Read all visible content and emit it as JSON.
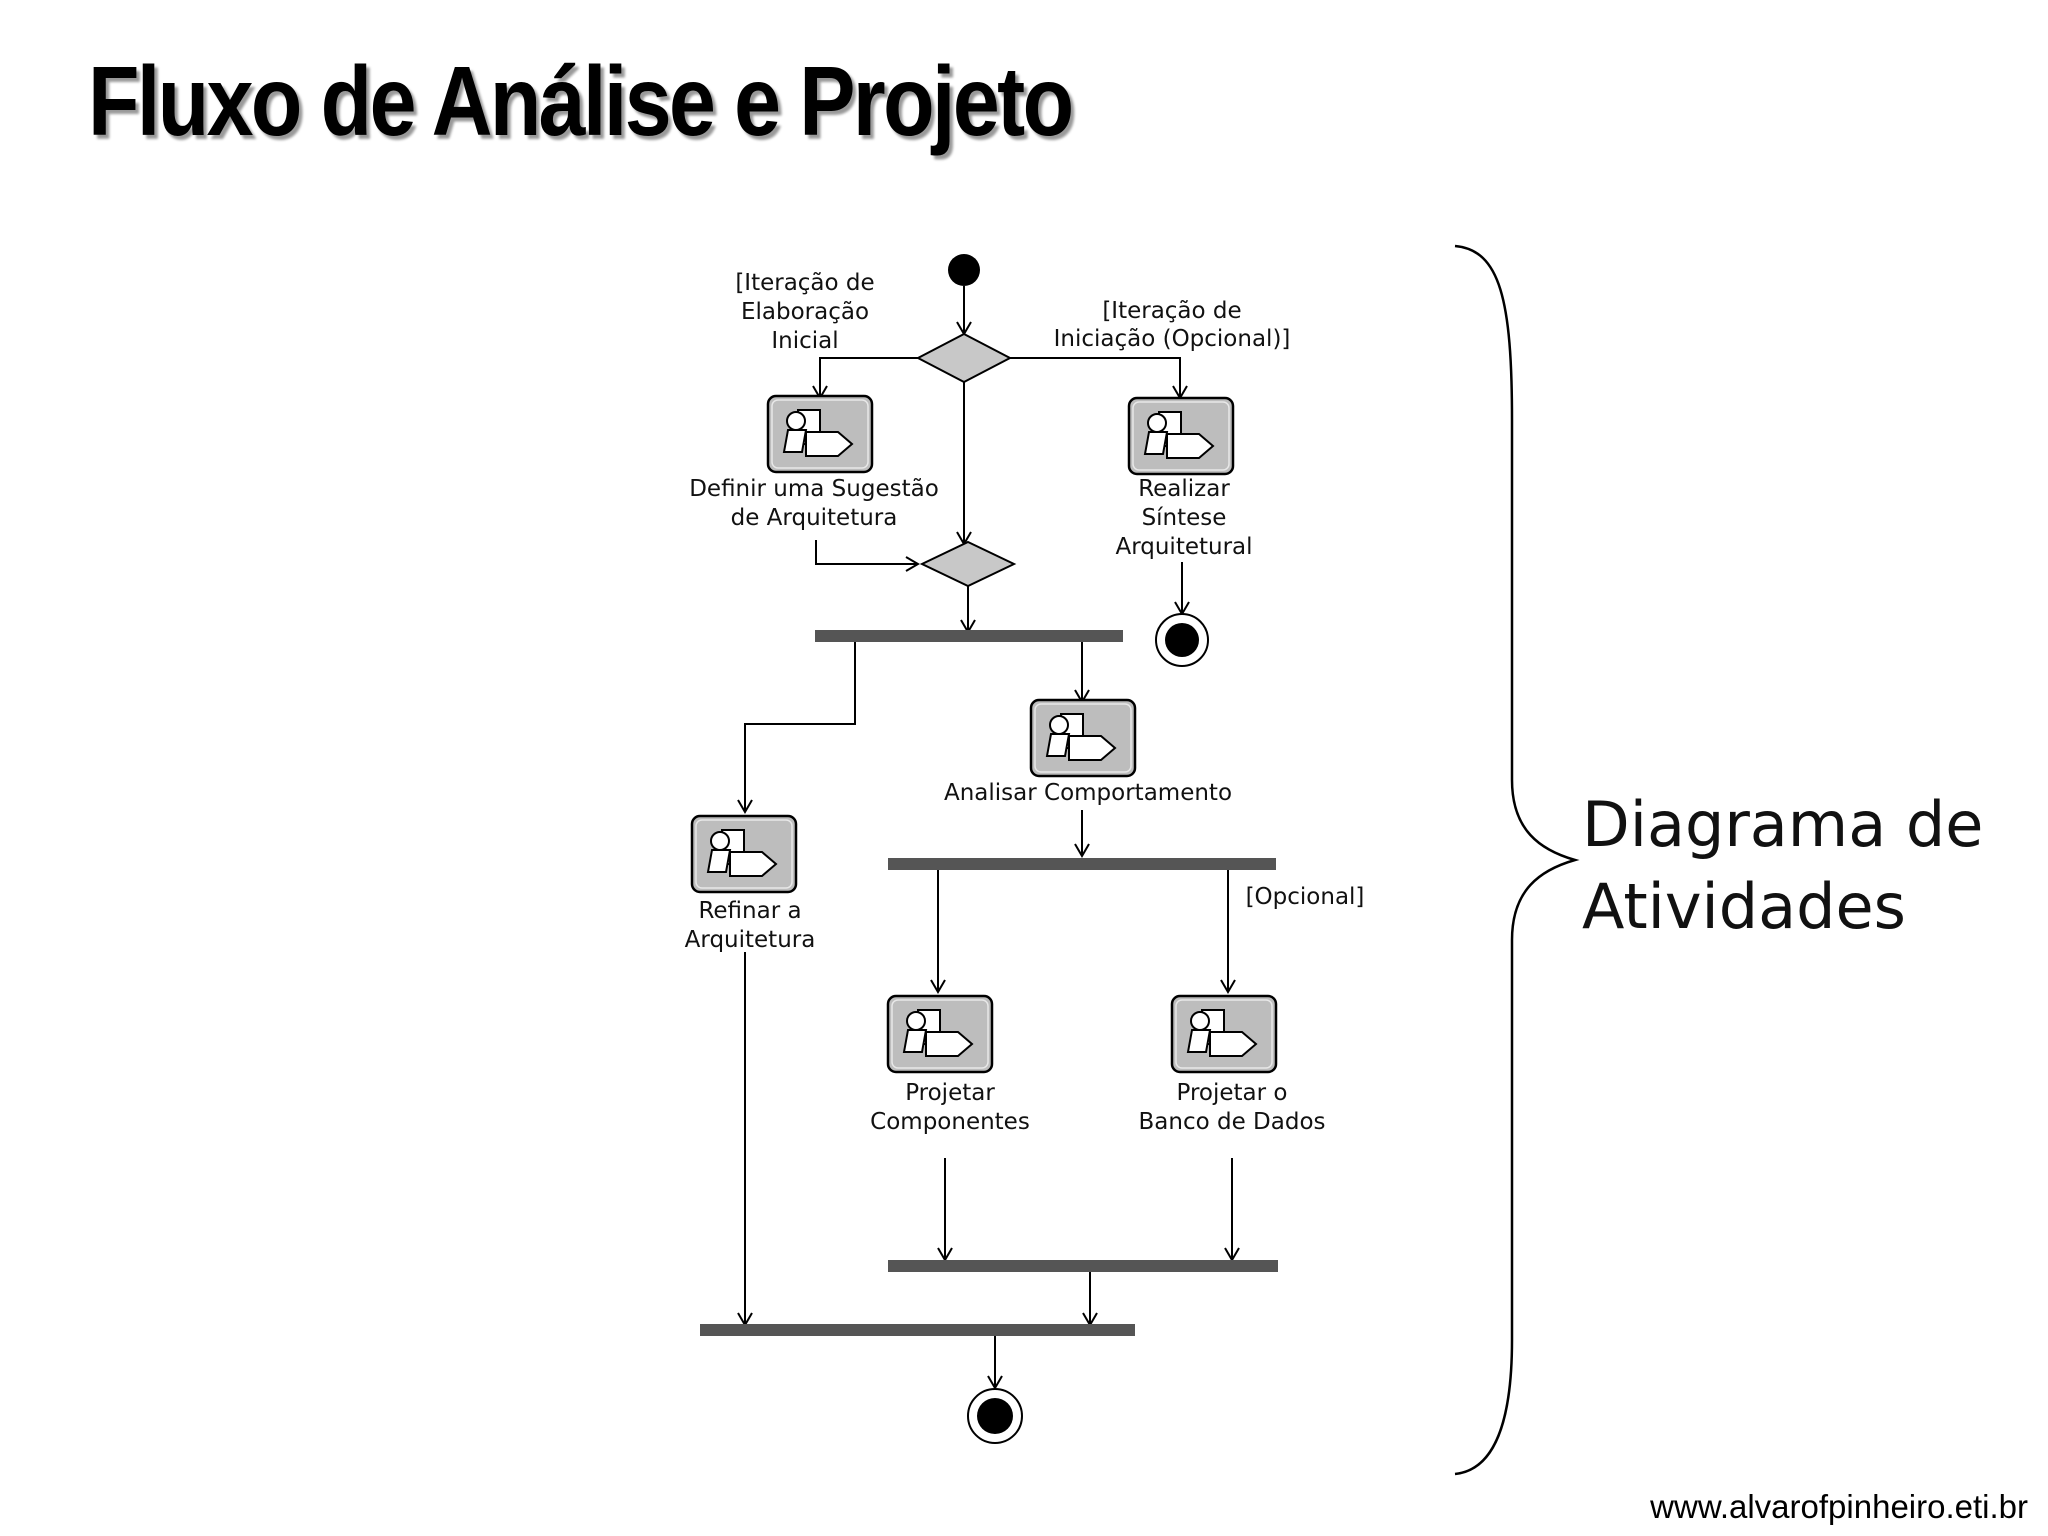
{
  "title": "Fluxo de Análise e Projeto",
  "side_label": {
    "line1": "Diagrama de",
    "line2": "Atividades"
  },
  "guards": {
    "elab_1": "[Iteração de",
    "elab_2": "Elaboração",
    "elab_3": "Inicial",
    "inic_1": "[Iteração de",
    "inic_2": "Iniciação (Opcional)]",
    "opcional": "[Opcional]"
  },
  "activities": {
    "sugestao_1": "Definir uma Sugestão",
    "sugestao_2": "de Arquitetura",
    "sintese_1": "Realizar",
    "sintese_2": "Síntese",
    "sintese_3": "Arquitetural",
    "comportamento": "Analisar Comportamento",
    "refinar_1": "Refinar a",
    "refinar_2": "Arquitetura",
    "componentes_1": "Projetar",
    "componentes_2": "Componentes",
    "banco_1": "Projetar o",
    "banco_2": "Banco de Dados"
  },
  "footer": "www.alvarofpinheiro.eti.br",
  "colors": {
    "bar": "#555555",
    "decision": "#c8c8c8",
    "activity_box": "#bdbdbd"
  }
}
